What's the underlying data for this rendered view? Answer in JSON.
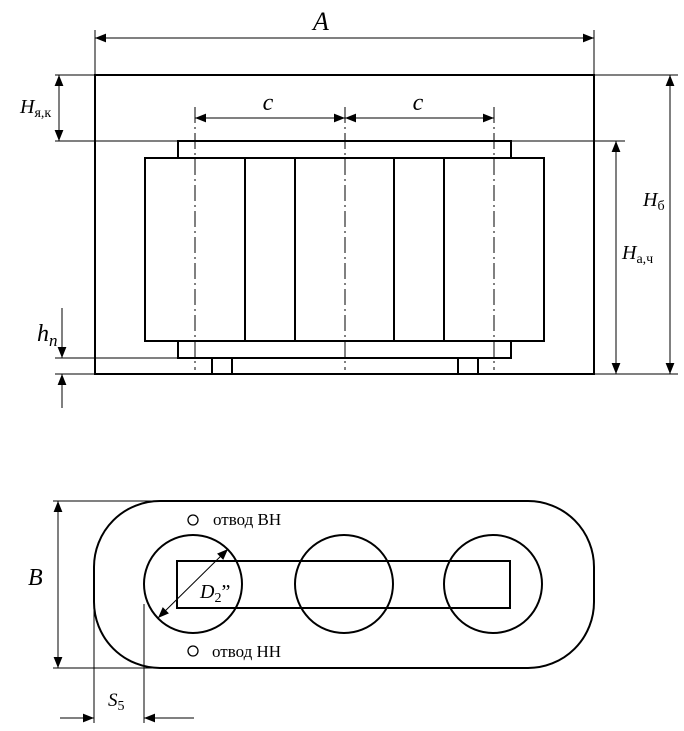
{
  "labels": {
    "a": "A",
    "c_left": "c",
    "c_right": "c",
    "h_yk_main": "H",
    "h_yk_sub": "я,к",
    "h_b_main": "H",
    "h_b_sub": "б",
    "h_ach_main": "H",
    "h_ach_sub": "а,ч",
    "h_n_main": "h",
    "h_n_sub": "n",
    "b": "B",
    "d2_main": "D",
    "d2_sub": "2",
    "d2_suffix": "”",
    "s5_main": "S",
    "s5_sub": "5",
    "tap_hv": "отвод ВН",
    "tap_lv": "отвод НН"
  },
  "colors": {
    "line": "#000000",
    "background": "#ffffff"
  }
}
